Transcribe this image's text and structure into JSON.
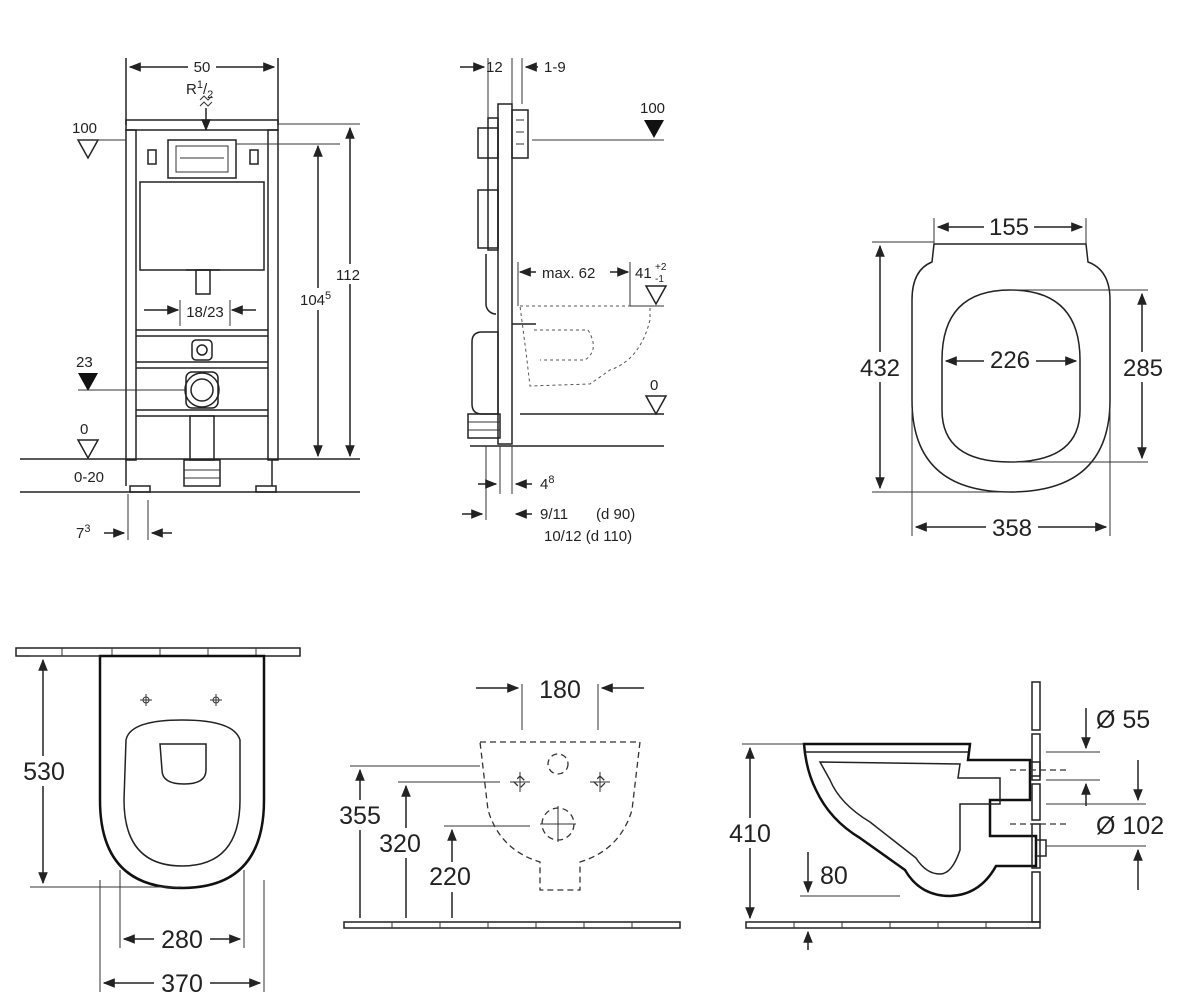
{
  "frame_front": {
    "w50": "50",
    "pipe": "R",
    "pipe_frac": "1/2",
    "lvl100": "100",
    "lvl23": "23",
    "lvl0": "0",
    "floor_adj": "0-20",
    "h112": "112",
    "h104": "104",
    "h104_sup": "5",
    "spacing": "18/23",
    "d7": "7",
    "d7_sup": "3"
  },
  "frame_side": {
    "d12": "12",
    "d1_9": "1-9",
    "lvl100": "100",
    "max62": "max. 62",
    "d41": "41",
    "d41_plus": "+2",
    "d41_minus": "-1",
    "lvl0": "0",
    "d4": "4",
    "d4_sup": "8",
    "d9_11": "9/11",
    "d90": "(d 90)",
    "d10_12": "10/12 (d 110)"
  },
  "seat": {
    "w155": "155",
    "w226": "226",
    "h432": "432",
    "h285": "285",
    "w358": "358"
  },
  "bowl_top": {
    "h530": "530",
    "w280": "280",
    "w370": "370"
  },
  "bowl_holes": {
    "w180": "180",
    "h355": "355",
    "h320": "320",
    "h220": "220"
  },
  "bowl_side": {
    "h410": "410",
    "h80": "80",
    "d55": "Ø 55",
    "d102": "Ø 102"
  }
}
